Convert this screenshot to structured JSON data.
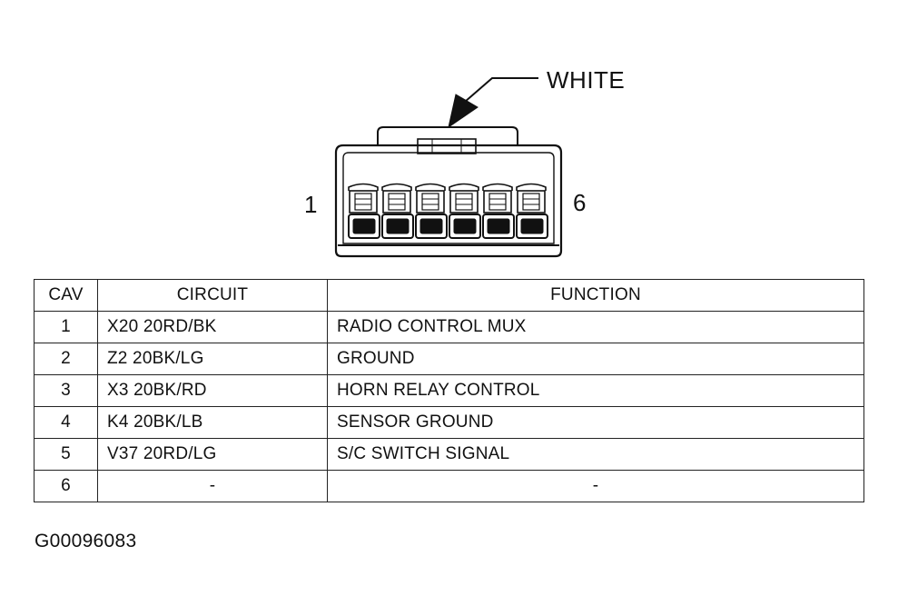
{
  "connector": {
    "color_label": "WHITE",
    "pin_first": "1",
    "pin_last": "6",
    "cavity_count": 6
  },
  "table": {
    "headers": [
      "CAV",
      "CIRCUIT",
      "FUNCTION"
    ],
    "rows": [
      {
        "cav": "1",
        "circuit": "X20 20RD/BK",
        "function": "RADIO CONTROL MUX"
      },
      {
        "cav": "2",
        "circuit": "Z2 20BK/LG",
        "function": "GROUND"
      },
      {
        "cav": "3",
        "circuit": "X3 20BK/RD",
        "function": "HORN RELAY CONTROL"
      },
      {
        "cav": "4",
        "circuit": "K4 20BK/LB",
        "function": "SENSOR GROUND"
      },
      {
        "cav": "5",
        "circuit": "V37 20RD/LG",
        "function": "S/C SWITCH SIGNAL"
      },
      {
        "cav": "6",
        "circuit": "-",
        "function": "-"
      }
    ]
  },
  "figure_id": "G00096083"
}
